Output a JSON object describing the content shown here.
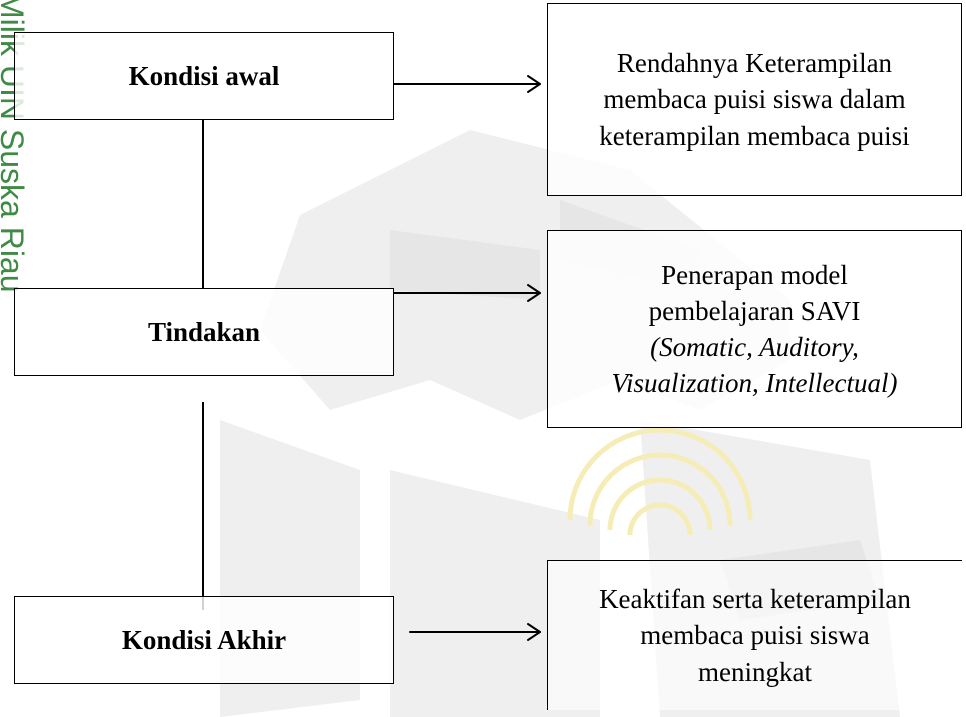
{
  "colors": {
    "watermark": "#efefef",
    "watermark_dark": "#e6e6e6",
    "logo_yellow": "#f6ecb5",
    "side_text": "#3f8a45"
  },
  "side_text": "Milik UIN Suska Riau",
  "left_boxes": [
    {
      "label": "Kondisi awal"
    },
    {
      "label": "Tindakan"
    },
    {
      "label": "Kondisi Akhir"
    }
  ],
  "right_boxes": [
    {
      "lines": [
        "Rendahnya Keterampilan",
        "membaca puisi siswa dalam",
        "keterampilan membaca puisi"
      ]
    },
    {
      "lines": [
        "Penerapan model",
        "pembelajaran SAVI"
      ],
      "italic_lines": [
        "(Somatic, Auditory,",
        "Visualization, Intellectual)"
      ]
    },
    {
      "lines": [
        "Keaktifan serta keterampilan",
        "membaca puisi siswa",
        "meningkat"
      ]
    }
  ]
}
